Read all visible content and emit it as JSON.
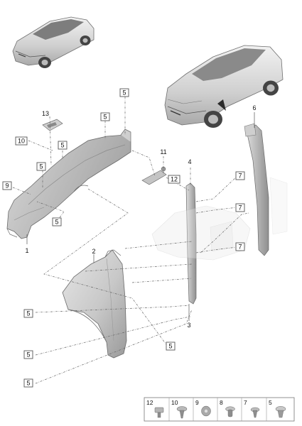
{
  "callouts": [
    {
      "label": "5"
    },
    {
      "label": "5"
    },
    {
      "label": "5"
    },
    {
      "label": "5"
    },
    {
      "label": "5"
    },
    {
      "label": "5"
    },
    {
      "label": "5"
    },
    {
      "label": "5"
    },
    {
      "label": "5"
    },
    {
      "label": "10"
    },
    {
      "label": "9"
    },
    {
      "label": "12"
    },
    {
      "label": "7"
    },
    {
      "label": "7"
    },
    {
      "label": "7"
    }
  ],
  "plain_labels": [
    {
      "label": "13"
    },
    {
      "label": "11"
    },
    {
      "label": "4"
    },
    {
      "label": "6"
    },
    {
      "label": "1"
    },
    {
      "label": "2"
    },
    {
      "label": "3"
    }
  ],
  "legend": [
    {
      "label": "12"
    },
    {
      "label": "10"
    },
    {
      "label": "9"
    },
    {
      "label": "8"
    },
    {
      "label": "7"
    },
    {
      "label": "5"
    }
  ]
}
